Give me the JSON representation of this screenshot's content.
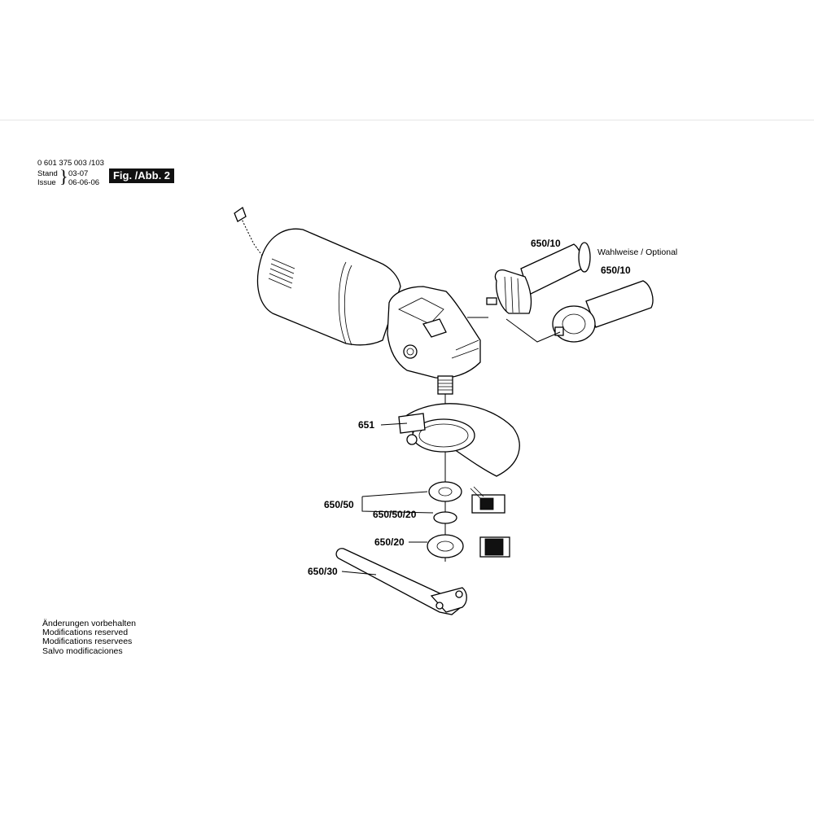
{
  "header": {
    "part_number": "0 601 375 003 /103",
    "stand_label": "Stand",
    "stand_value": "03-07",
    "issue_label": "Issue",
    "issue_value": "06-06-06",
    "figure_label": "Fig. /Abb. 2"
  },
  "callouts": {
    "handle_top": "650/10",
    "optional_note": "Wahlweise / Optional",
    "handle_alt": "650/10",
    "guard": "651",
    "flange_set": "650/50",
    "flange_ring": "650/50/20",
    "clamp_nut": "650/20",
    "spanner": "650/30"
  },
  "notes": [
    "Änderungen vorbehalten",
    "Modifications reserved",
    "Modifications reservees",
    "Salvo modificaciones"
  ]
}
